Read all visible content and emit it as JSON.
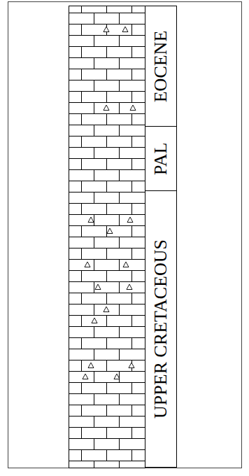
{
  "diagram": {
    "nodes": [
      {
        "text": [
          "EOCENE"
        ]
      },
      {
        "text": [
          "PAL"
        ]
      },
      {
        "text": [
          "UPPER CRETACEOUS"
        ]
      }
    ]
  }
}
